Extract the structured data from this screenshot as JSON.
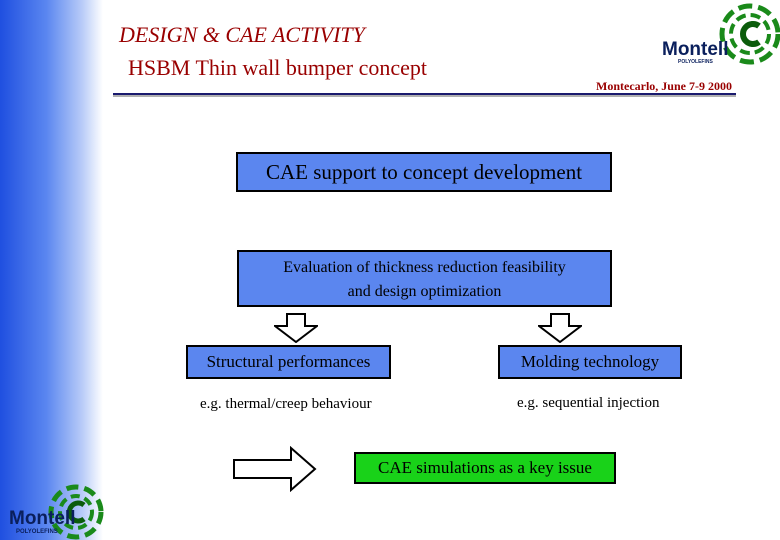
{
  "header": {
    "title": "DESIGN & CAE ACTIVITY",
    "subtitle": "HSBM Thin wall bumper concept",
    "event": "Montecarlo, June 7-9 2000"
  },
  "diagram": {
    "cae_support": "CAE support to concept development",
    "evaluation_line1": "Evaluation of  thickness reduction feasibility",
    "evaluation_line2": "and design optimization",
    "structural": {
      "label": "Structural performances",
      "example": "e.g. thermal/creep behaviour"
    },
    "molding": {
      "label": "Molding technology",
      "example": "e.g. sequential injection"
    },
    "key_issue": "CAE simulations as a key issue"
  },
  "logos": {
    "brand": "Montell",
    "tagline": "POLYOLEFINS"
  },
  "colors": {
    "title": "#990000",
    "box_blue": "#5b86ef",
    "box_green": "#19d219",
    "logo_green": "#1a8a1a",
    "sidebar": "#1f4fe0"
  }
}
